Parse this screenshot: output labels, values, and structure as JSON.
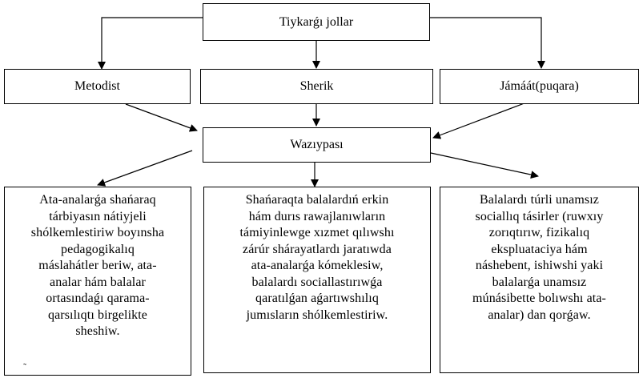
{
  "diagram": {
    "root": {
      "label": "Tiykarǵı jollar"
    },
    "categories": [
      {
        "key": "metodist",
        "label": "Metodist"
      },
      {
        "key": "sherik",
        "label": "Sherik"
      },
      {
        "key": "jamaat",
        "label": "Jámáát(puqara)"
      }
    ],
    "center": {
      "label": "Wazıypası"
    },
    "tasks": [
      {
        "key": "task-1",
        "text": "Ata-analarǵa shańaraq\ntárbiyasın nátiyjeli\nshólkemlestiriw boyınsha\npedagogikalıq\nmáslahátler beriw, ata-\nanalar hám balalar\nortasındaǵı qarama-\nqarsılıqtı birgelikte\nsheshiw."
      },
      {
        "key": "task-2",
        "text": "Shańaraqta balalardıń erkin\nhám durıs rawajlanıwların\ntámiyinlewge xızmet qılıwshı\nzárúr shárayatlardı jaratıwda\nata-analarǵa kómeklesiw,\nbalalardı sociallastırıwǵa\nqaratılǵan aǵartıwshılıq\njumısların shólkemlestiriw."
      },
      {
        "key": "task-3",
        "text": "Balalardı túrli unamsız\nsociallıq tásirler (ruwxıy\nzorıqtırıw, fizikalıq\nekspluataciya hám\nnáshebent, ishiwshi yaki\nbalalarǵa unamsız\nmúnásibette bolıwshı ata-\nanalar) dan qorǵaw."
      }
    ],
    "stray_mark": "˜"
  }
}
